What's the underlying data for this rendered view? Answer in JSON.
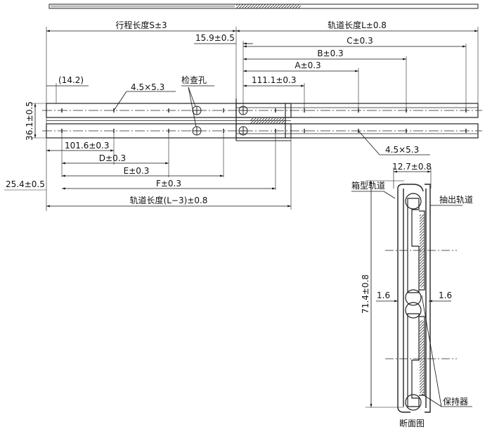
{
  "dims": {
    "stroke_length": "行程长度S±3",
    "rail_length": "轨道长度L±0.8",
    "offset_15_9": "15.9±0.5",
    "c": "C±0.3",
    "b": "B±0.3",
    "a": "A±0.3",
    "d111": "111.1±0.3",
    "d14_2": "(14.2)",
    "hole_top": "4.5×5.3",
    "inspect_hole": "检查孔",
    "h36": "36.1±0.5",
    "d101": "101.6±0.3",
    "d": "D±0.3",
    "e": "E±0.3",
    "d25": "25.4±0.5",
    "f": "F±0.3",
    "rail_bottom": "轨道长度(L−3)±0.8",
    "hole_bottom": "4.5×5.3"
  },
  "section": {
    "width": "12.7±0.8",
    "box_rail": "箱型轨道",
    "extract_rail": "抽出轨道",
    "height": "71.4±0.8",
    "gap_left": "1.6",
    "gap_right": "1.6",
    "retainer": "保持器",
    "caption": "断面图"
  }
}
